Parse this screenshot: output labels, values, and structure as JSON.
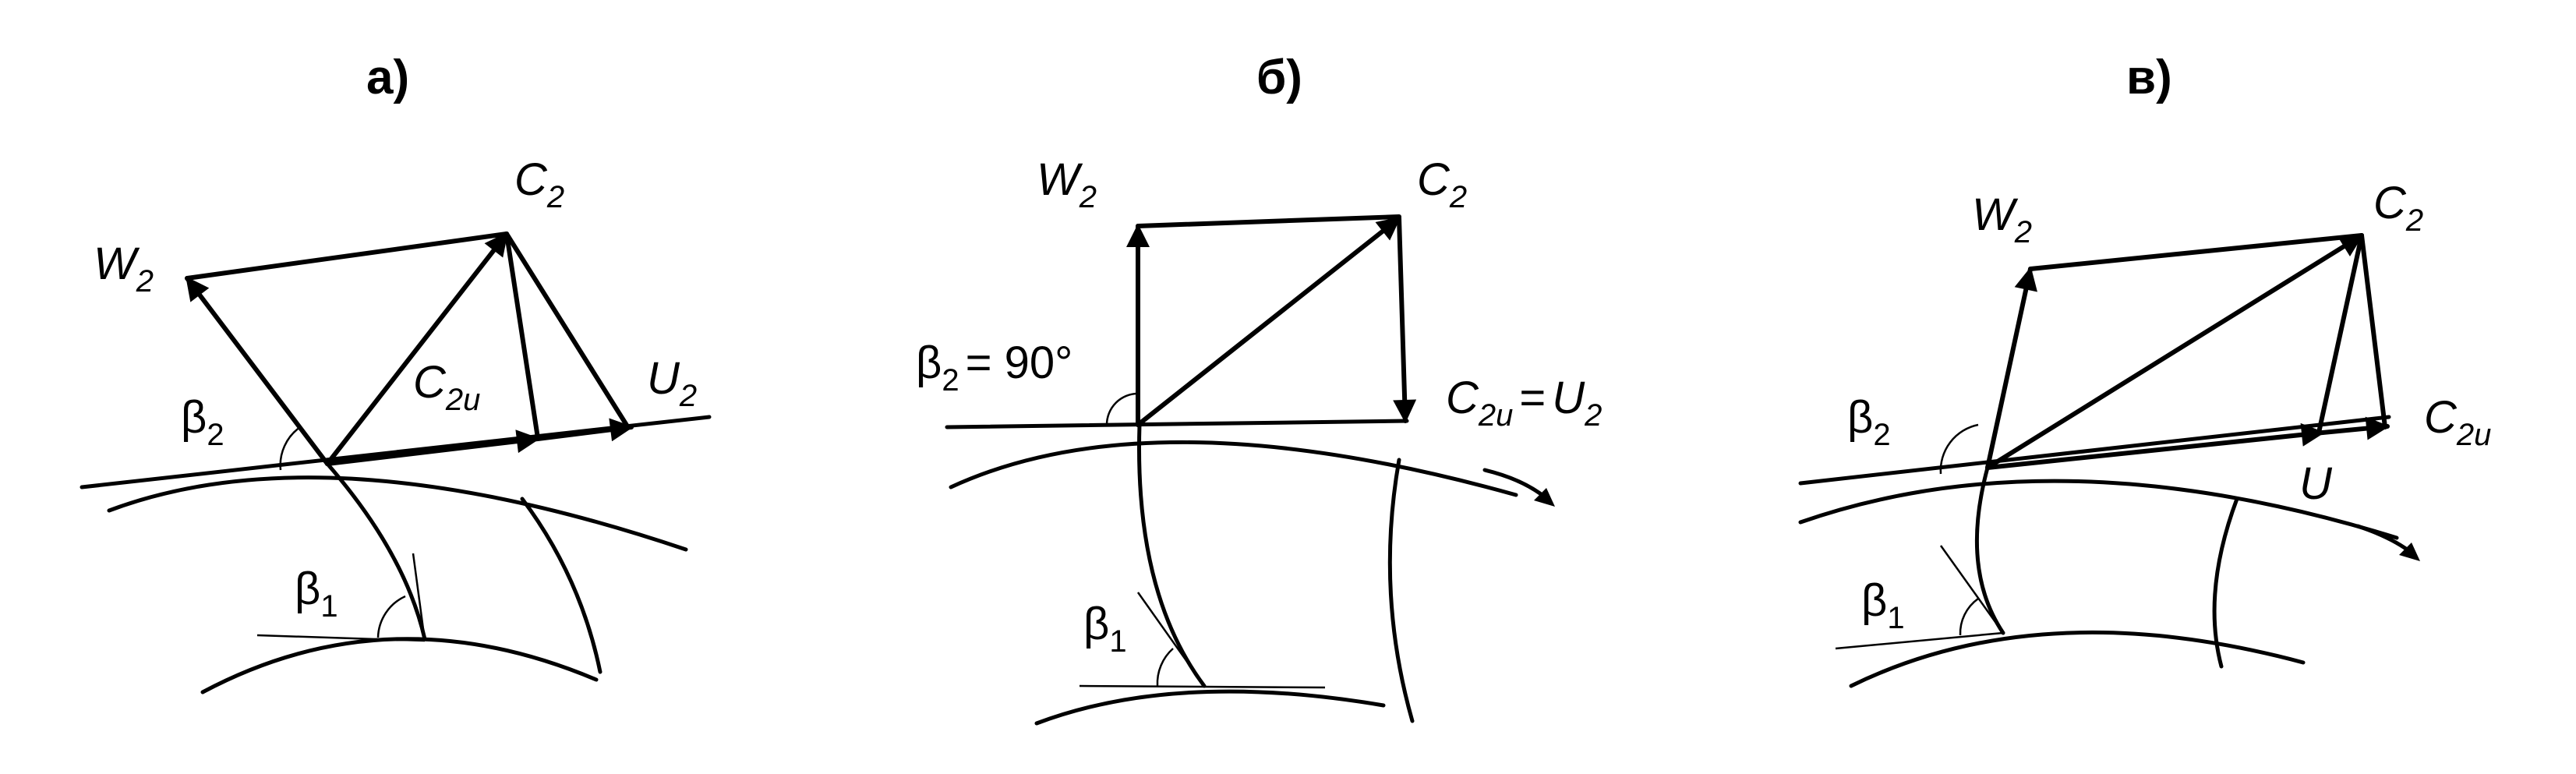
{
  "panels": [
    {
      "title": "а)",
      "labels": {
        "W2": {
          "base": "W",
          "sub": "2"
        },
        "C2": {
          "base": "C",
          "sub": "2"
        },
        "C2u": {
          "base": "C",
          "sub": "2u"
        },
        "U2": {
          "base": "U",
          "sub": "2"
        },
        "beta2": {
          "base": "β",
          "sub": "2"
        },
        "beta1": {
          "base": "β",
          "sub": "1"
        }
      }
    },
    {
      "title": "б)",
      "labels": {
        "W2": {
          "base": "W",
          "sub": "2"
        },
        "C2": {
          "base": "C",
          "sub": "2"
        },
        "C2u": {
          "base": "C",
          "sub": "2u"
        },
        "eq": "=",
        "U2": {
          "base": "U",
          "sub": "2"
        },
        "beta2": {
          "base": "β",
          "sub": "2"
        },
        "beta2_value": "= 90°",
        "beta1": {
          "base": "β",
          "sub": "1"
        }
      }
    },
    {
      "title": "в)",
      "labels": {
        "W2": {
          "base": "W",
          "sub": "2"
        },
        "C2": {
          "base": "C",
          "sub": "2"
        },
        "C2u": {
          "base": "C",
          "sub": "2u"
        },
        "U": {
          "base": "U"
        },
        "beta2": {
          "base": "β",
          "sub": "2"
        },
        "beta1": {
          "base": "β",
          "sub": "1"
        }
      }
    }
  ]
}
